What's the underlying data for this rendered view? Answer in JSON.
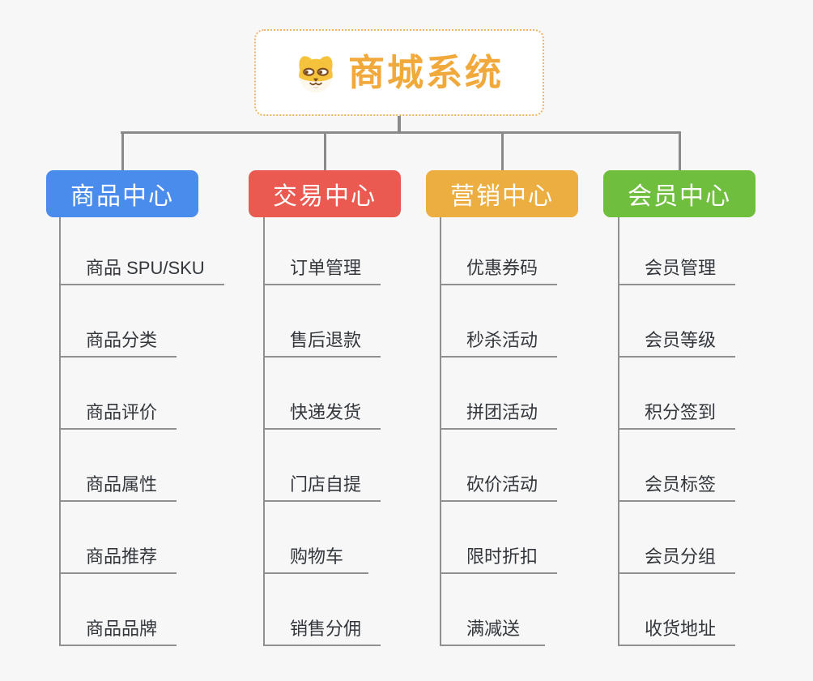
{
  "canvas": {
    "background": "#f7f7f7",
    "connector_color": "#8a8a8a",
    "child_line_color": "#909090",
    "child_text_color": "#33373c"
  },
  "root": {
    "title": "商城系统",
    "icon": "shiba-dog-icon",
    "text_color": "#f2a93c",
    "border_color": "#efb269",
    "background": "#ffffff"
  },
  "branches": [
    {
      "label": "商品中心",
      "color": "#4a8cec",
      "children": [
        "商品 SPU/SKU",
        "商品分类",
        "商品评价",
        "商品属性",
        "商品推荐",
        "商品品牌"
      ]
    },
    {
      "label": "交易中心",
      "color": "#eb5a50",
      "children": [
        "订单管理",
        "售后退款",
        "快递发货",
        "门店自提",
        "购物车",
        "销售分佣"
      ]
    },
    {
      "label": "营销中心",
      "color": "#ecad41",
      "children": [
        "优惠券码",
        "秒杀活动",
        "拼团活动",
        "砍价活动",
        "限时折扣",
        "满减送"
      ]
    },
    {
      "label": "会员中心",
      "color": "#6fbe3e",
      "children": [
        "会员管理",
        "会员等级",
        "积分签到",
        "会员标签",
        "会员分组",
        "收货地址"
      ]
    }
  ]
}
